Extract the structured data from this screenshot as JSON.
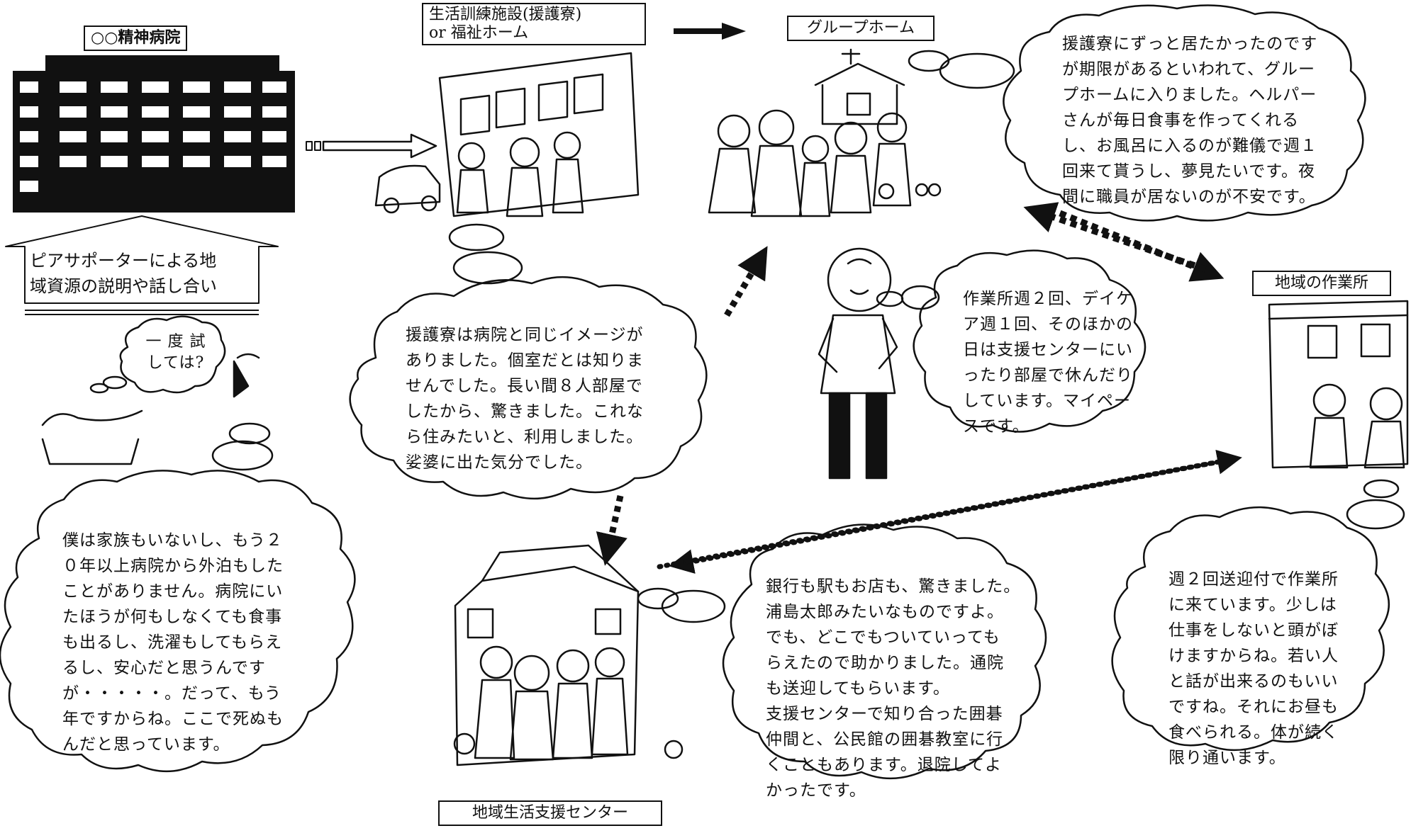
{
  "nodes": {
    "hospital": "○○精神病院",
    "facility_line1": "生活訓練施設(援護寮)",
    "facility_line2": "or 福祉ホーム",
    "group_home": "グループホーム",
    "workshop": "地域の作業所",
    "support_center": "地域生活支援センター"
  },
  "peer_support": {
    "line1": "ピアサポーターによる地",
    "line2": "域資源の説明や話し合い"
  },
  "suggestion": {
    "line1": "一 度 試",
    "line2": "しては?"
  },
  "bubbles": {
    "hospital_patient": [
      "僕は家族もいないし、もう２",
      "０年以上病院から外泊もした",
      "ことがありません。病院にい",
      "たほうが何もしなくても食事",
      "も出るし、洗濯もしてもらえ",
      "るし、安心だと思うんです",
      "が・・・・・。だって、もう",
      "年ですからね。ここで死ぬも",
      "んだと思っています。"
    ],
    "facility": [
      "援護寮は病院と同じイメージが",
      "ありました。個室だとは知りま",
      "せんでした。長い間８人部屋で",
      "したから、驚きました。これな",
      "ら住みたいと、利用しました。",
      "娑婆に出た気分でした。"
    ],
    "group_home": [
      "援護寮にずっと居たかったのです",
      "が期限があるといわれて、グルー",
      "プホームに入りました。ヘルパー",
      "さんが毎日食事を作ってくれる",
      "し、お風呂に入るのが難儀で週１",
      "回来て貰うし、夢見たいです。夜",
      "間に職員が居ないのが不安です。"
    ],
    "center_person": [
      "作業所週２回、デイケ",
      "ア週１回、そのほかの",
      "日は支援センターにい",
      "ったり部屋で休んだり",
      "しています。マイペー",
      "スです。"
    ],
    "support_center": [
      "銀行も駅もお店も、驚きました。",
      "浦島太郎みたいなものですよ。",
      "でも、どこでもついていっても",
      "らえたので助かりました。通院",
      "も送迎してもらいます。",
      "支援センターで知り合った囲碁",
      "仲間と、公民館の囲碁教室に行",
      "くこともあります。退院してよ",
      "かったです。"
    ],
    "workshop": [
      "週２回送迎付で作業所",
      "に来ています。少しは",
      "仕事をしないと頭がぼ",
      "けますからね。若い人",
      "と話が出来るのもいい",
      "ですね。それにお昼も",
      "食べられる。体が続く",
      "限り通います。"
    ]
  }
}
